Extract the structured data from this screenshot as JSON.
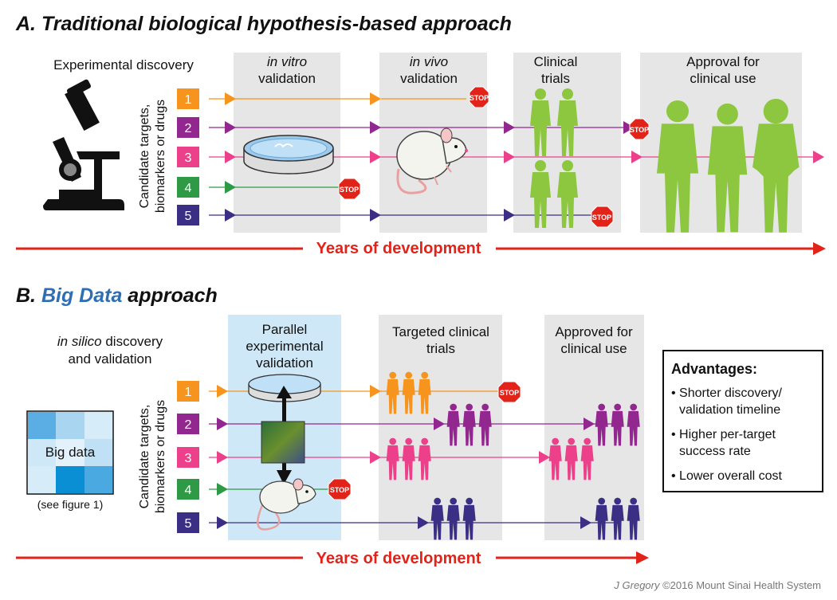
{
  "colors": {
    "c1": "#f7941d",
    "c2": "#92278f",
    "c3": "#ec408a",
    "c4": "#2e9a46",
    "c5": "#3b2f85",
    "red": "#e2231a",
    "panel_gray": "#e6e6e6",
    "panel_blue": "#cfe8f7",
    "figure_green": "#8dc63f",
    "title_blue": "#2e6eb5"
  },
  "section_a": {
    "prefix": "A. ",
    "title": "Traditional biological hypothesis-based approach",
    "experimental_discovery": "Experimental discovery",
    "col1_line1": "in vitro",
    "col1_line2": "validation",
    "col2_line1": "in vivo",
    "col2_line2": "validation",
    "col3_line1": "Clinical",
    "col3_line2": "trials",
    "col4_line1": "Approval for",
    "col4_line2": "clinical use",
    "years_label": "Years of development"
  },
  "section_b": {
    "prefix": "B. ",
    "title_highlight": "Big Data",
    "title_rest": " approach",
    "silico_italic": "in silico",
    "silico_rest": " discovery",
    "silico_line2": "and validation",
    "big_data_label": "Big data",
    "see_figure": "(see figure 1)",
    "col1_line1": "Parallel",
    "col1_line2": "experimental",
    "col1_line3": "validation",
    "col2_line1": "Targeted clinical",
    "col2_line2": "trials",
    "col3_line1": "Approved for",
    "col3_line2": "clinical use",
    "years_label": "Years of development"
  },
  "advantages": {
    "title": "Advantages:",
    "items": [
      {
        "line1": "• Shorter discovery/",
        "line2": "validation timeline"
      },
      {
        "line1": "• Higher per-target",
        "line2": "success rate"
      },
      {
        "line1": "• Lower overall cost",
        "line2": ""
      }
    ]
  },
  "side_label_line1": "Candidate targets,",
  "side_label_line2": "biomarkers or drugs",
  "candidates": [
    "1",
    "2",
    "3",
    "4",
    "5"
  ],
  "stop_label": "STOP",
  "credit_italic": "J Gregory",
  "credit_rest": " ©2016 Mount Sinai Health System"
}
